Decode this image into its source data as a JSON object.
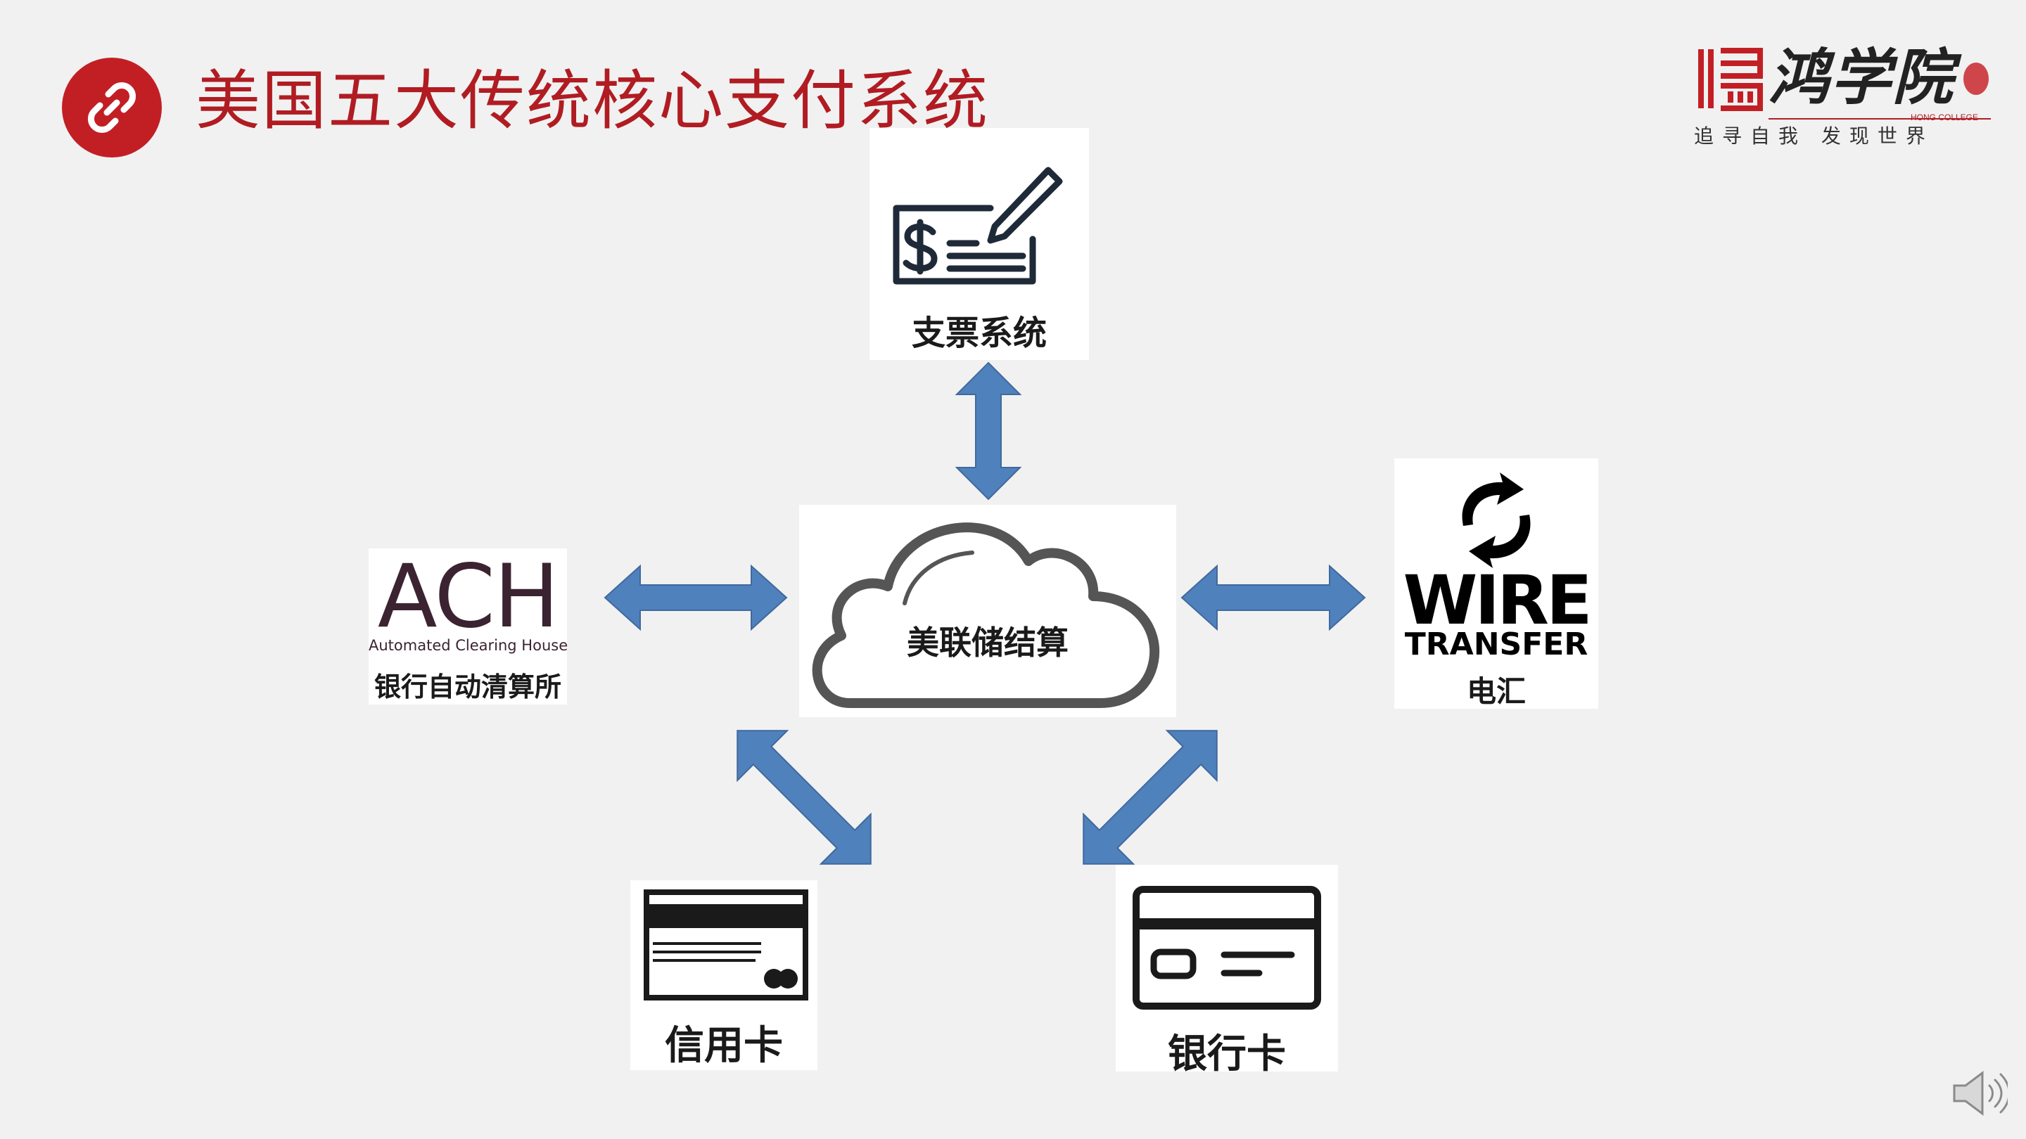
{
  "title": "美国五大传统核心支付系统",
  "logo": {
    "name": "鸿学院",
    "english": "HONG COLLEGE",
    "slogan": "追寻自我 发现世界"
  },
  "diagram": {
    "center": {
      "label": "美联储结算"
    },
    "nodes": {
      "check": {
        "label": "支票系统"
      },
      "ach": {
        "mark": "ACH",
        "subtitle": "Automated Clearing House",
        "label": "银行自动清算所"
      },
      "wire": {
        "line1": "WIRE",
        "line2": "TRANSFER",
        "label": "电汇"
      },
      "credit_card": {
        "label": "信用卡"
      },
      "bank_card": {
        "label": "银行卡"
      }
    },
    "colors": {
      "arrow": "#4f81bd",
      "title": "#b01c22",
      "badge": "#c21f25"
    }
  },
  "icons": {
    "title_badge": "link-icon",
    "check": "check-signing-icon",
    "wire": "exchange-arrows-icon",
    "cloud": "cloud-icon",
    "credit_card": "credit-card-icon",
    "bank_card": "bank-card-icon",
    "speaker": "speaker-icon"
  }
}
